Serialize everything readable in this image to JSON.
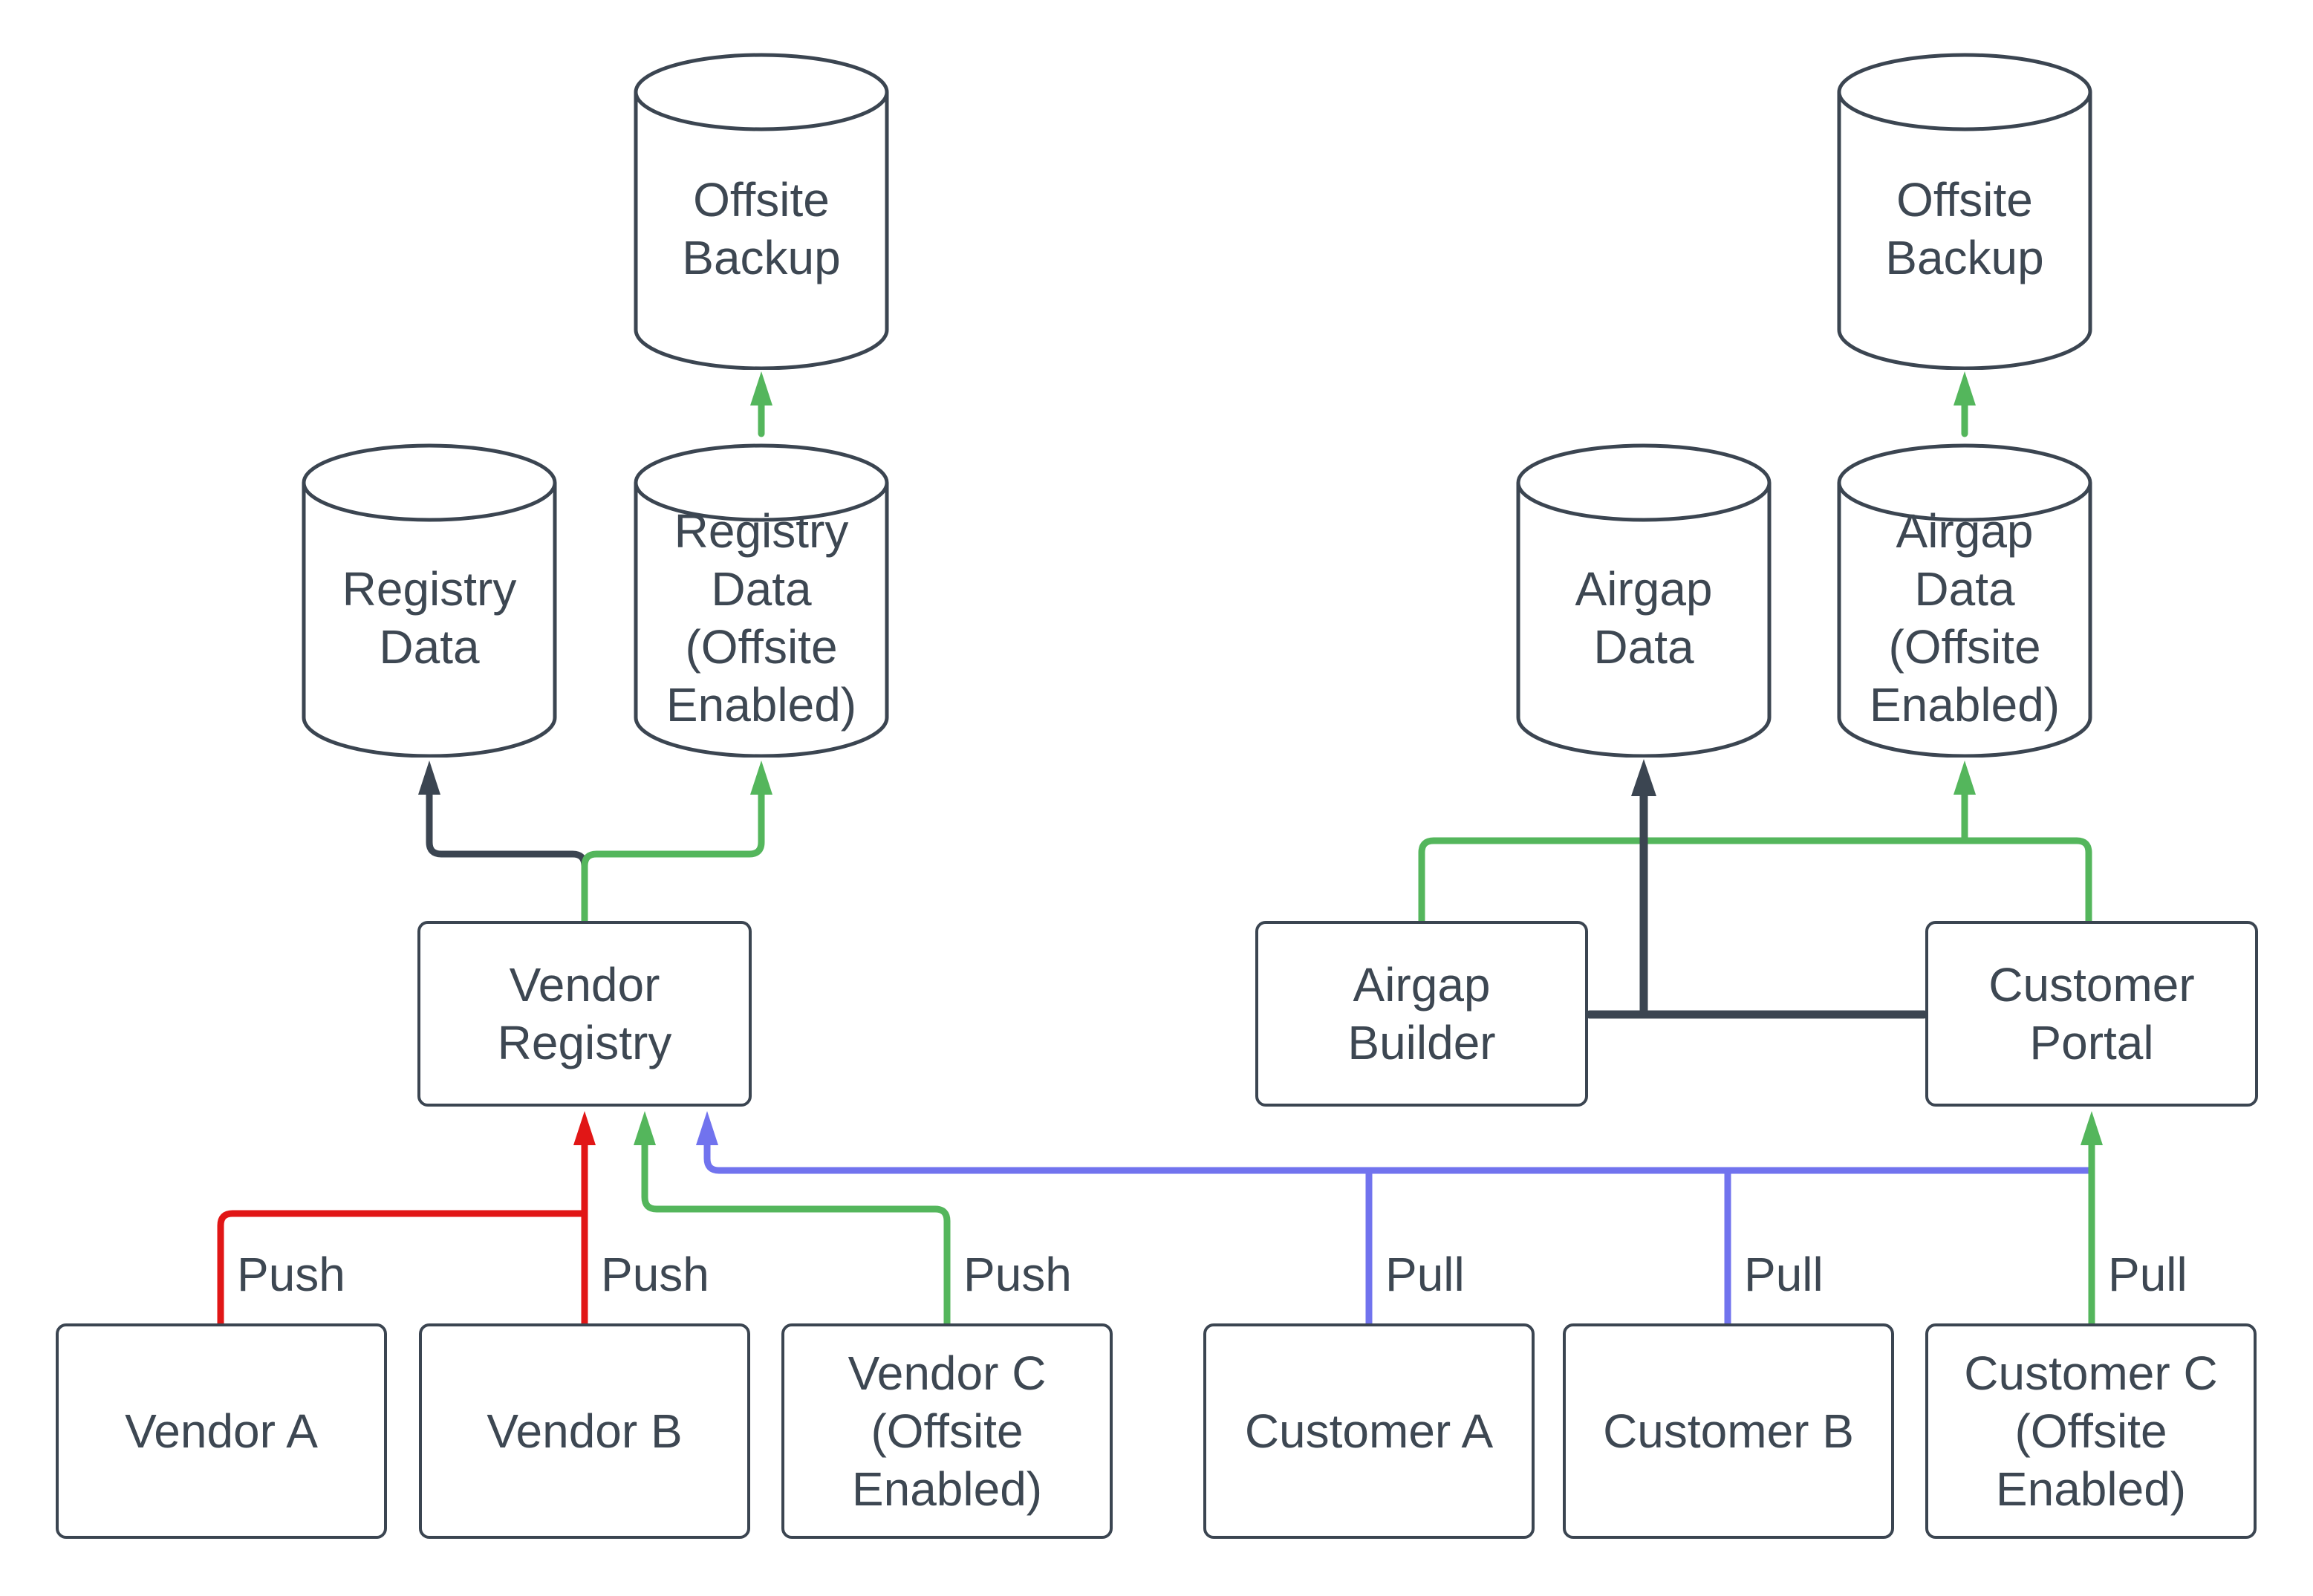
{
  "diagram": {
    "colors": {
      "dark": "#3b4551",
      "green": "#54b65c",
      "red": "#e11616",
      "blue": "#7173ee",
      "text": "#3d4752",
      "background": "#ffffff"
    },
    "nodes": {
      "offsite_backup_left": "Offsite\nBackup",
      "registry_data": "Registry\nData",
      "registry_data_offsite": "Registry\nData\n(Offsite\nEnabled)",
      "vendor_registry": "Vendor\nRegistry",
      "vendor_a": "Vendor A",
      "vendor_b": "Vendor B",
      "vendor_c": "Vendor C\n(Offsite\nEnabled)",
      "offsite_backup_right": "Offsite\nBackup",
      "airgap_data": "Airgap\nData",
      "airgap_data_offsite": "Airgap\nData\n(Offsite\nEnabled)",
      "airgap_builder": "Airgap\nBuilder",
      "customer_portal": "Customer\nPortal",
      "customer_a": "Customer A",
      "customer_b": "Customer B",
      "customer_c": "Customer C\n(Offsite\nEnabled)"
    },
    "edge_labels": {
      "push_vendor_a": "Push",
      "push_vendor_b": "Push",
      "push_vendor_c": "Push",
      "pull_customer_a": "Pull",
      "pull_customer_b": "Pull",
      "pull_customer_c": "Pull"
    },
    "edges": [
      {
        "from": "registry_data_offsite",
        "to": "offsite_backup_left",
        "color": "green"
      },
      {
        "from": "vendor_registry",
        "to": "registry_data",
        "color": "dark"
      },
      {
        "from": "vendor_registry",
        "to": "registry_data_offsite",
        "color": "green"
      },
      {
        "from": "vendor_a",
        "to": "vendor_registry",
        "color": "red",
        "label": "Push"
      },
      {
        "from": "vendor_b",
        "to": "vendor_registry",
        "color": "red",
        "label": "Push"
      },
      {
        "from": "vendor_c",
        "to": "vendor_registry",
        "color": "green",
        "label": "Push"
      },
      {
        "from": "customer_a",
        "to": "vendor_registry",
        "color": "blue",
        "label": "Pull"
      },
      {
        "from": "customer_b",
        "to": "vendor_registry",
        "color": "blue",
        "label": "Pull"
      },
      {
        "from": "customer_c",
        "to": "customer_portal",
        "color": "green",
        "label": "Pull"
      },
      {
        "from": "airgap_builder",
        "to": "airgap_data",
        "color": "dark"
      },
      {
        "from": "customer_portal",
        "to": "airgap_data",
        "color": "dark"
      },
      {
        "from": "airgap_builder",
        "to": "airgap_data_offsite",
        "color": "green"
      },
      {
        "from": "customer_portal",
        "to": "airgap_data_offsite",
        "color": "green"
      },
      {
        "from": "airgap_data_offsite",
        "to": "offsite_backup_right",
        "color": "green"
      }
    ]
  }
}
